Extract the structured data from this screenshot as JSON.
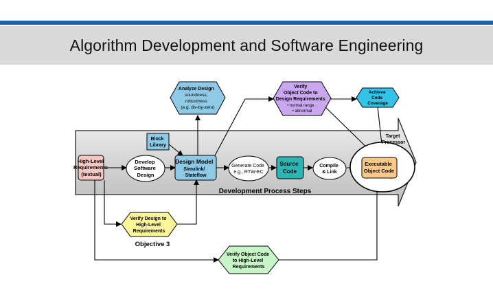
{
  "title": "Algorithm Development and Software Engineering",
  "process_label": "Development Process Steps",
  "target_processor": [
    "Target",
    "Processor"
  ],
  "nodes": {
    "high_level_requirements": [
      "High-Level",
      "Requirements",
      "(textual)"
    ],
    "develop_software_design": [
      "Develop",
      "Software",
      "Design"
    ],
    "block_library": [
      "Block",
      "Library"
    ],
    "design_model": [
      "Design Model",
      "Simulink/",
      "Stateflow"
    ],
    "generate_code": [
      "Generate Code",
      "e.g., RTW-EC"
    ],
    "source_code": [
      "Source",
      "Code"
    ],
    "compile_link": [
      "Compile",
      "& Link"
    ],
    "executable_object_code": [
      "Executable",
      "Object Code"
    ],
    "analyze_design": [
      "Analyze Design",
      "soundness,",
      "robustness",
      "(e.g. div-by-zero)"
    ],
    "verify_object_code_design": [
      "Verify",
      "Object Code to",
      "Design Requirements",
      "• normal range",
      "• abnormal"
    ],
    "achieve_code_coverage": [
      "Achieve",
      "Code",
      "Coverage"
    ],
    "verify_design_hlr": [
      "Verify Design to",
      "High-Level",
      "Requirements"
    ],
    "objective_3": "Objective 3",
    "verify_object_code_hlr": [
      "Verify Object Code",
      "to High-Level",
      "Requirements"
    ]
  },
  "colors": {
    "accent_blue": "#1f5fb0",
    "title_band": "#d9d9d9",
    "requirements_fill": "#f4c7c3",
    "design_model_fill": "#8ecae6",
    "source_code_fill": "#2bb5b5",
    "executable_fill": "#f8c987",
    "analyze_fill": "#8ecae6",
    "verify_design_fill": "#c9a7ee",
    "coverage_fill": "#33c3e8",
    "verify_hlr_fill": "#fbf59a",
    "verify_obj_hlr_fill": "#c7f5c7",
    "process_arrow_fill": "#d6d6d6"
  }
}
